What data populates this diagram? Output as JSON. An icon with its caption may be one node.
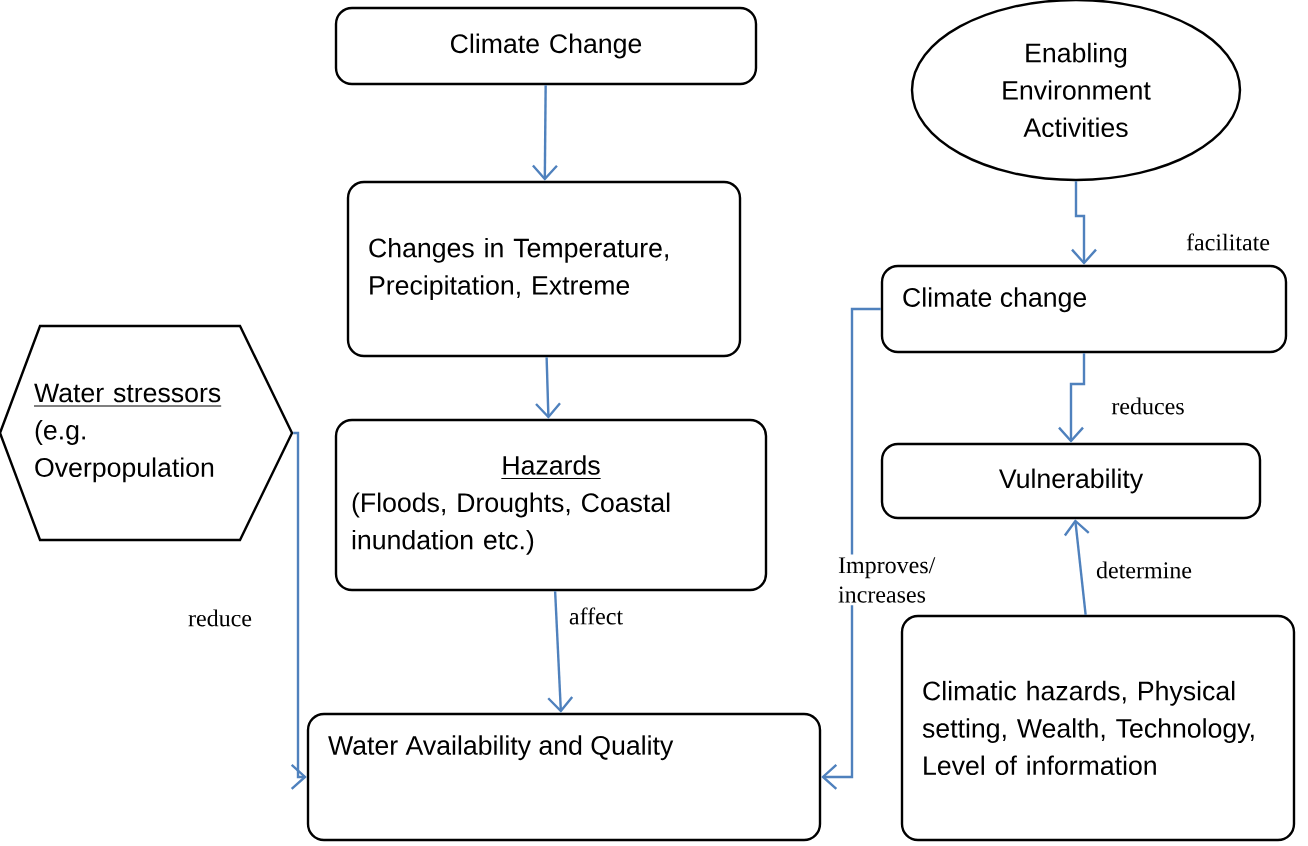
{
  "diagram": {
    "nodes": [
      {
        "text": [
          "Climate Change"
        ]
      },
      {
        "text": [
          "Changes in Temperature, Precipitation, Extreme"
        ]
      },
      {
        "text": [
          "Water stressors",
          "(e.g. Overpopulation"
        ]
      },
      {
        "text": [
          "Hazards",
          "(Floods, Droughts, Coastal inundation etc.)"
        ]
      },
      {
        "text": [
          "Water Availability and Quality"
        ]
      },
      {
        "text": [
          "Enabling Environment Activities"
        ]
      },
      {
        "text": [
          "Climate change"
        ]
      },
      {
        "text": [
          "Vulnerability"
        ]
      },
      {
        "text": [
          "Climatic hazards, Physical setting, Wealth, Technology, Level of information"
        ]
      }
    ],
    "edges": [
      {
        "from": 0,
        "to": 1,
        "arrow": "to"
      },
      {
        "from": 1,
        "to": 3,
        "arrow": "to"
      },
      {
        "from": 3,
        "to": 4,
        "arrow": "to",
        "label": "affect"
      },
      {
        "from": 2,
        "to": 4,
        "arrow": "to",
        "label": "reduce"
      },
      {
        "from": 5,
        "to": 6,
        "arrow": "to",
        "label": "facilitate"
      },
      {
        "from": 6,
        "to": 7,
        "arrow": "to",
        "label": "reduces"
      },
      {
        "from": 8,
        "to": 7,
        "arrow": "to",
        "label": "determine"
      },
      {
        "from": 6,
        "to": 4,
        "arrow": "to",
        "label": "Improves/ increases"
      }
    ]
  }
}
